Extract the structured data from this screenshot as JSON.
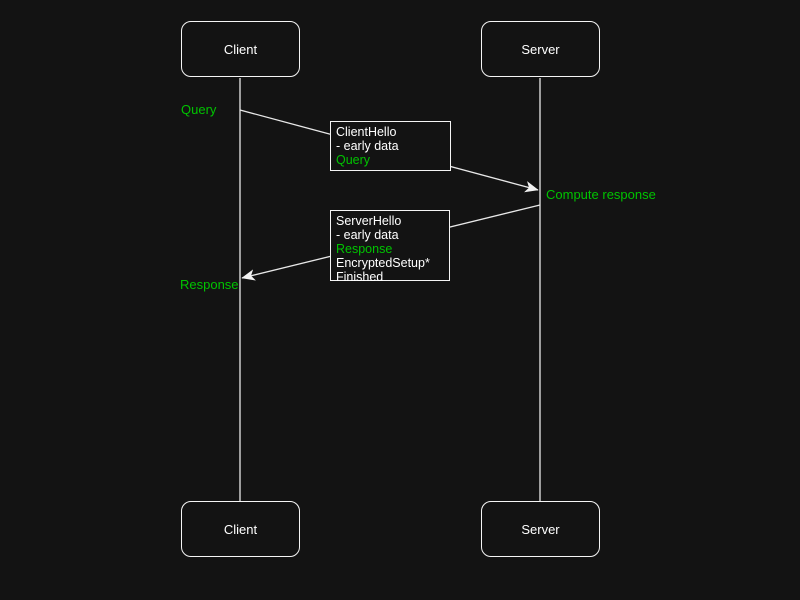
{
  "colors": {
    "background": "#131313",
    "text": "#ffffff",
    "accent_green": "#00c300",
    "line": "#e8e8e8"
  },
  "actors": {
    "client": "Client",
    "server": "Server"
  },
  "annotations": {
    "query": "Query",
    "compute_response": "Compute response",
    "response": "Response"
  },
  "messages": [
    {
      "direction": "client-to-server",
      "lines": [
        "ClientHello",
        "- early data",
        "Query"
      ],
      "green_line_index": 2
    },
    {
      "direction": "server-to-client",
      "lines": [
        "ServerHello",
        "- early data",
        "Response",
        "EncryptedSetup*",
        "Finished"
      ],
      "green_line_index": 2
    }
  ]
}
